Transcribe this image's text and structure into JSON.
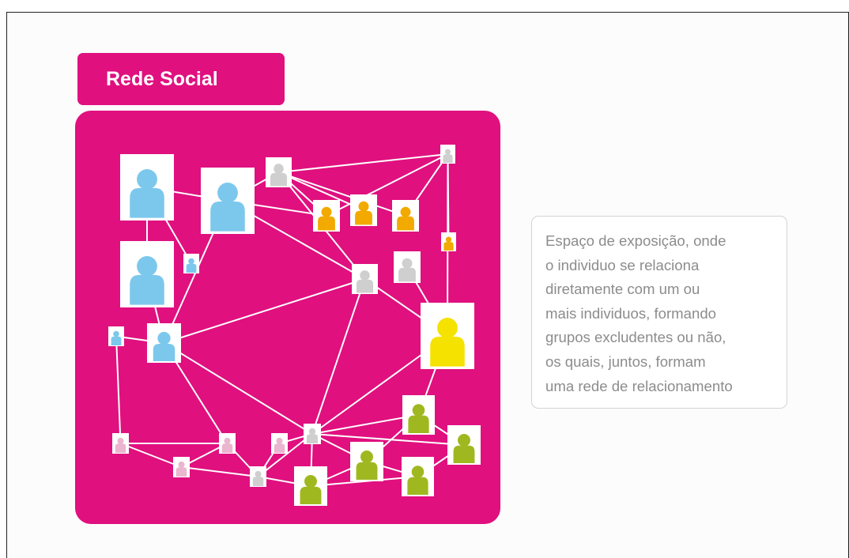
{
  "title": "Rede Social",
  "description_lines": [
    "Espaço de exposição, onde",
    "o individuo se relaciona",
    "diretamente com um ou",
    "mais individuos, formando",
    "grupos excludentes ou não,",
    "os quais, juntos, formam",
    "uma rede de relacionamento"
  ],
  "colors": {
    "magenta": "#e0107f",
    "edge": "#ffffff",
    "blue": "#7cc8ec",
    "orange": "#f2a900",
    "yellow": "#f5e200",
    "green": "#a0b820",
    "grey": "#cfcfcf",
    "pink": "#eab5cf"
  },
  "nodes": [
    {
      "id": "blue-a",
      "color": "blue"
    },
    {
      "id": "blue-b",
      "color": "blue"
    },
    {
      "id": "blue-c",
      "color": "blue"
    },
    {
      "id": "blue-d",
      "color": "blue"
    },
    {
      "id": "blue-small-1",
      "color": "blue"
    },
    {
      "id": "blue-small-2",
      "color": "blue"
    },
    {
      "id": "grey-1",
      "color": "grey"
    },
    {
      "id": "grey-top",
      "color": "grey"
    },
    {
      "id": "orange-1",
      "color": "orange"
    },
    {
      "id": "orange-2",
      "color": "orange"
    },
    {
      "id": "orange-3",
      "color": "orange"
    },
    {
      "id": "orange-small",
      "color": "orange"
    },
    {
      "id": "grey-2",
      "color": "grey"
    },
    {
      "id": "grey-3",
      "color": "grey"
    },
    {
      "id": "yellow-big",
      "color": "yellow"
    },
    {
      "id": "grey-center",
      "color": "grey"
    },
    {
      "id": "green-1",
      "color": "green"
    },
    {
      "id": "green-2",
      "color": "green"
    },
    {
      "id": "green-3",
      "color": "green"
    },
    {
      "id": "green-4",
      "color": "green"
    },
    {
      "id": "green-5",
      "color": "green"
    },
    {
      "id": "pink-1",
      "color": "pink"
    },
    {
      "id": "pink-2",
      "color": "pink"
    },
    {
      "id": "pink-3",
      "color": "pink"
    },
    {
      "id": "pink-4",
      "color": "pink"
    },
    {
      "id": "grey-low",
      "color": "grey"
    }
  ],
  "edges": [
    [
      "blue-a",
      "blue-b"
    ],
    [
      "blue-a",
      "blue-c"
    ],
    [
      "blue-b",
      "grey-1"
    ],
    [
      "blue-b",
      "orange-1"
    ],
    [
      "blue-b",
      "grey-2"
    ],
    [
      "blue-b",
      "blue-d"
    ],
    [
      "grey-1",
      "grey-top"
    ],
    [
      "grey-1",
      "orange-1"
    ],
    [
      "grey-1",
      "orange-2"
    ],
    [
      "grey-1",
      "orange-3"
    ],
    [
      "grey-1",
      "grey-2"
    ],
    [
      "grey-top",
      "orange-3"
    ],
    [
      "grey-top",
      "orange-small"
    ],
    [
      "grey-top",
      "orange-1"
    ],
    [
      "grey-top",
      "yellow-big"
    ],
    [
      "blue-c",
      "blue-d"
    ],
    [
      "blue-small-2",
      "blue-d"
    ],
    [
      "blue-small-2",
      "pink-1"
    ],
    [
      "blue-d",
      "grey-2"
    ],
    [
      "blue-d",
      "grey-center"
    ],
    [
      "blue-d",
      "pink-2"
    ],
    [
      "grey-2",
      "grey-center"
    ],
    [
      "grey-2",
      "yellow-big"
    ],
    [
      "grey-3",
      "yellow-big"
    ],
    [
      "yellow-big",
      "grey-center"
    ],
    [
      "yellow-big",
      "green-1"
    ],
    [
      "grey-center",
      "green-1"
    ],
    [
      "grey-center",
      "green-2"
    ],
    [
      "grey-center",
      "green-3"
    ],
    [
      "grey-center",
      "green-4"
    ],
    [
      "grey-center",
      "grey-low"
    ],
    [
      "grey-center",
      "pink-4"
    ],
    [
      "pink-1",
      "pink-2"
    ],
    [
      "pink-1",
      "pink-3"
    ],
    [
      "pink-2",
      "pink-3"
    ],
    [
      "pink-3",
      "grey-low"
    ],
    [
      "pink-2",
      "grey-low"
    ],
    [
      "green-2",
      "green-5"
    ],
    [
      "green-2",
      "green-4"
    ],
    [
      "green-2",
      "green-1"
    ],
    [
      "green-3",
      "green-5"
    ],
    [
      "green-4",
      "green-5"
    ],
    [
      "green-1",
      "green-3"
    ],
    [
      "grey-low",
      "green-4"
    ],
    [
      "pink-4",
      "grey-low"
    ],
    [
      "blue-a",
      "blue-small-1"
    ]
  ]
}
